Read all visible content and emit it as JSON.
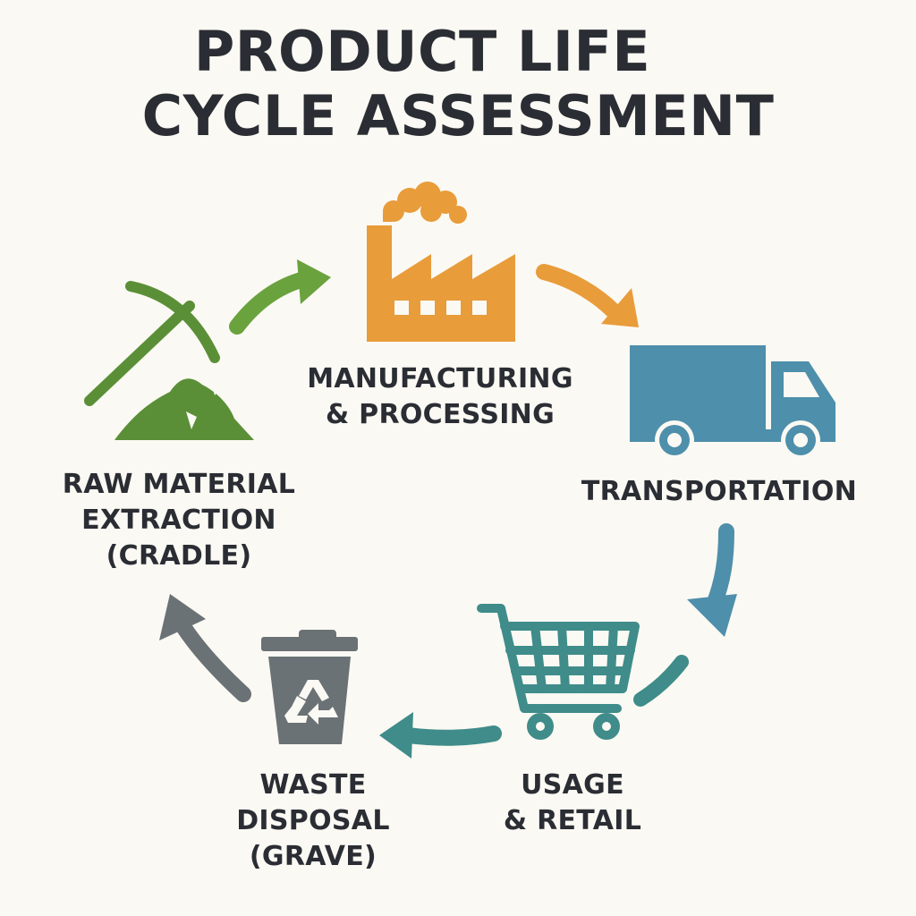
{
  "title": {
    "line1": "PRODUCT LIFE",
    "line2": "CYCLE ASSESSMENT"
  },
  "stages": [
    {
      "line1": "RAW MATERIAL",
      "line2": "EXTRACTION",
      "line3": "(CRADLE)",
      "icon": "pickaxe-icon",
      "color": "#5a8f37"
    },
    {
      "line1": "MANUFACTURING",
      "line2": "& PROCESSING",
      "icon": "factory-icon",
      "color": "#e89c3a"
    },
    {
      "line1": "TRANSPORTATION",
      "icon": "truck-icon",
      "color": "#4e8fab"
    },
    {
      "line1": "USAGE",
      "line2": "& RETAIL",
      "icon": "shopping-cart-icon",
      "color": "#3f8c8a"
    },
    {
      "line1": "WASTE",
      "line2": "DISPOSAL",
      "line3": "(GRAVE)",
      "icon": "trash-bin-icon",
      "color": "#6a7275"
    }
  ],
  "colors": {
    "green": "#5a8f37",
    "orange": "#e89c3a",
    "blue": "#4e8fab",
    "teal": "#3f8c8a",
    "gray": "#6a7275",
    "text": "#2a2d33"
  }
}
